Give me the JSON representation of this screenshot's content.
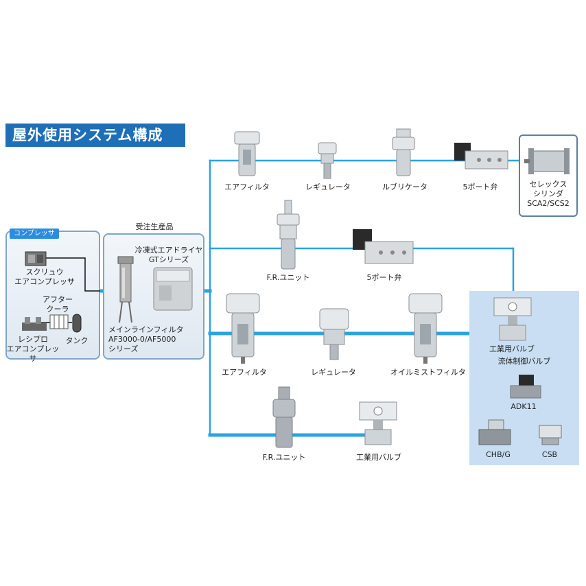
{
  "title": "屋外使用システム構成",
  "compressor_panel": {
    "tag": "コンプレッサ",
    "screw": "スクリュウ\nエアコンプレッサ",
    "aftercooler": "アフター\nクーラ",
    "reciprocating": "レシプロ\nエアコンプレッサ",
    "tank": "タンク"
  },
  "made_to_order": {
    "heading": "受注生産品",
    "dryer": "冷凍式エアドライヤ\nGTシリーズ",
    "mainline_filter": "メインラインフィルタ\nAF3000-0/AF5000\nシリーズ"
  },
  "row1": {
    "air_filter": "エアフィルタ",
    "regulator": "レギュレータ",
    "lubricator": "ルブリケータ",
    "valve": "5ポート弁",
    "cylinder": "セレックス\nシリンダ\nSCA2/SCS2"
  },
  "row2": {
    "fr_unit": "F.R.ユニット",
    "valve": "5ポート弁"
  },
  "row3": {
    "air_filter": "エアフィルタ",
    "regulator": "レギュレータ",
    "oil_mist_filter": "オイルミストフィルタ"
  },
  "row4": {
    "fr_unit": "F.R.ユニット",
    "industrial_valve": "工業用バルブ"
  },
  "fluid_box": {
    "industrial_valve": "工業用バルブ",
    "heading": "流体制御バルブ",
    "adk": "ADK11",
    "chb": "CHB/G",
    "csb": "CSB"
  }
}
